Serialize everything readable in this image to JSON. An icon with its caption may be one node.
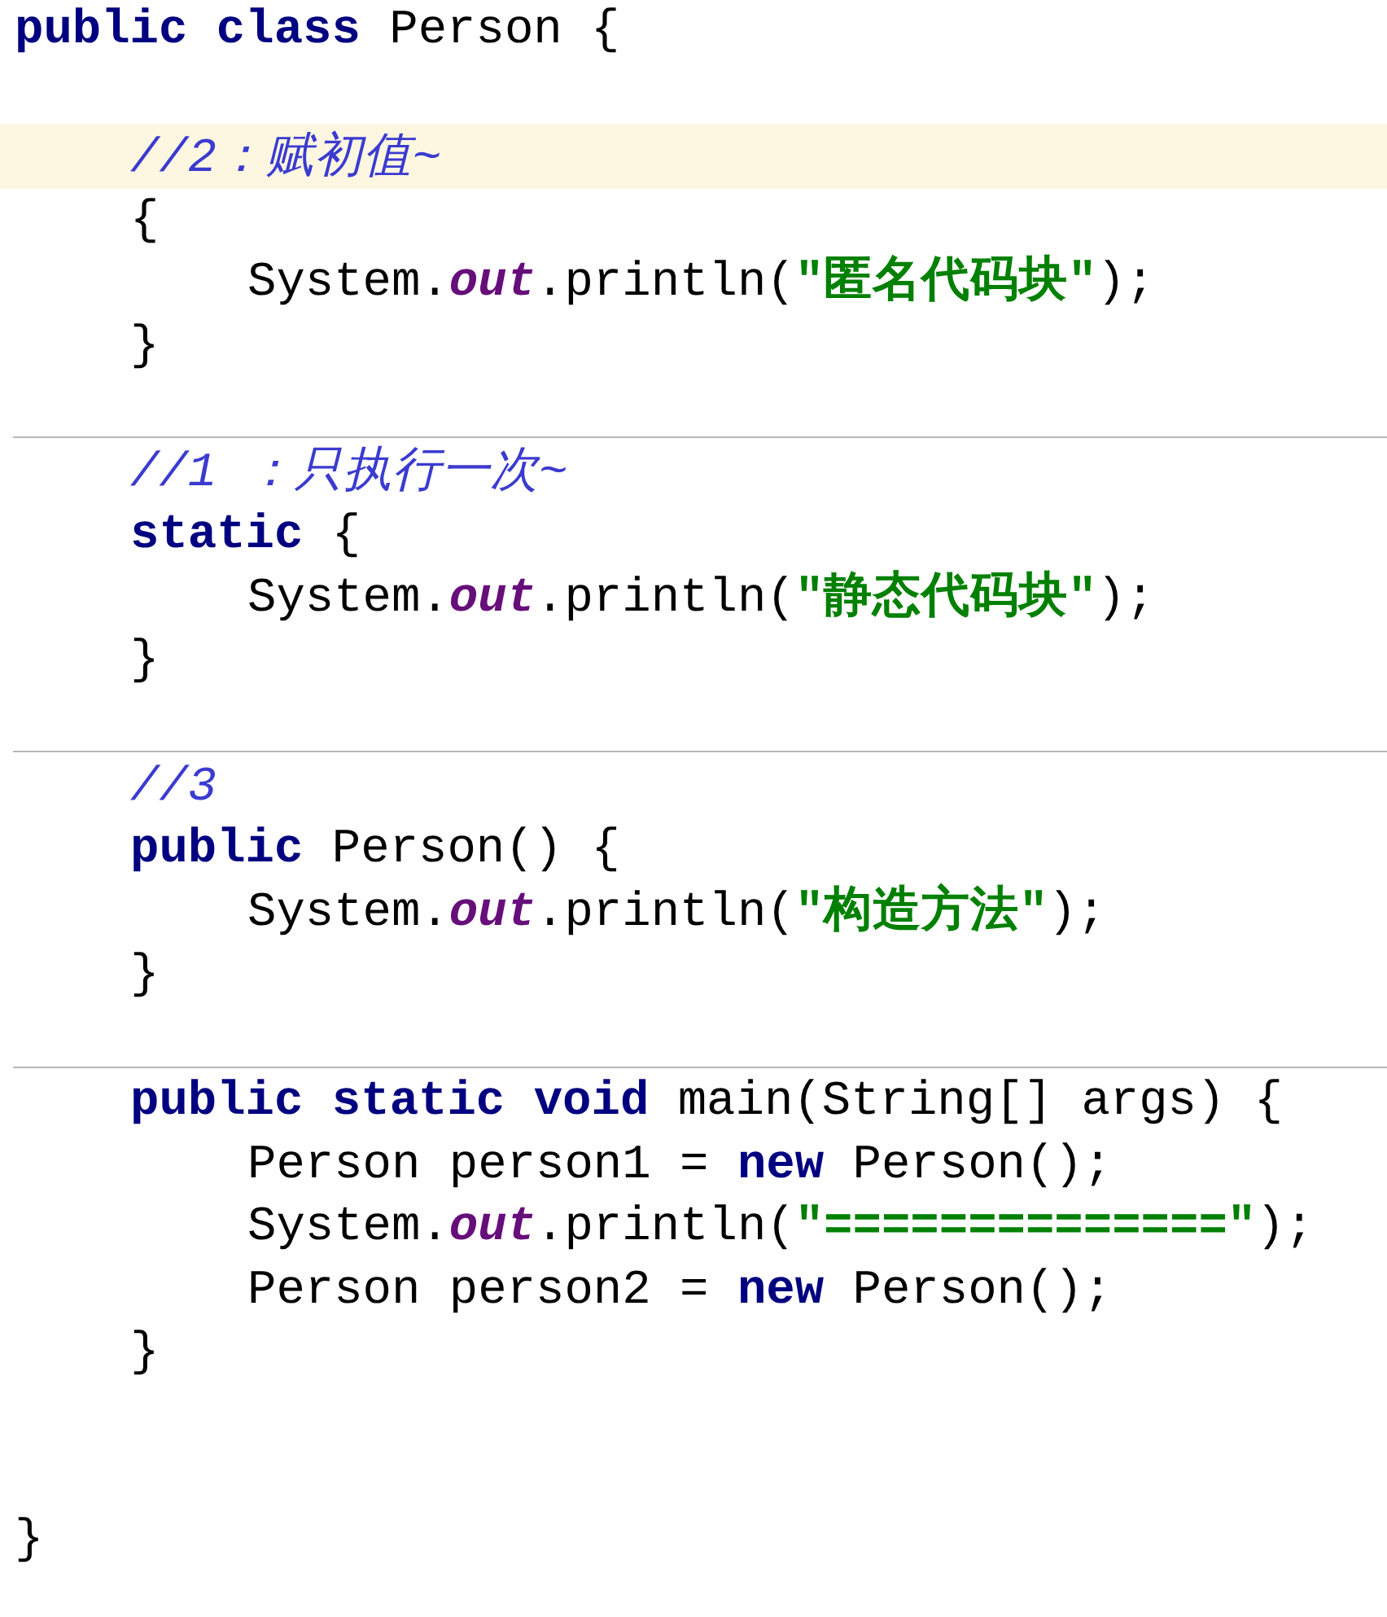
{
  "diagram": {
    "labels": [
      "**public class** Person {",
      "//2：赋初值~",
      "{",
      "System.*out*.println(**\"匿名代码块\"**);",
      "}",
      "//1 ：只执行一次~",
      "**static** {",
      "System.*out*.println(**\"静态代码块\"**);",
      "}",
      "//3",
      "**public** Person() {",
      "System.*out*.println(**\"构造方法\"**);",
      "}",
      "**public static void** main(String[] args) {",
      "Person person1 = **new** Person();",
      "System.*out*.println(**\"==============\"**);",
      "Person person2 = **new** Person();",
      "}",
      "}"
    ]
  }
}
